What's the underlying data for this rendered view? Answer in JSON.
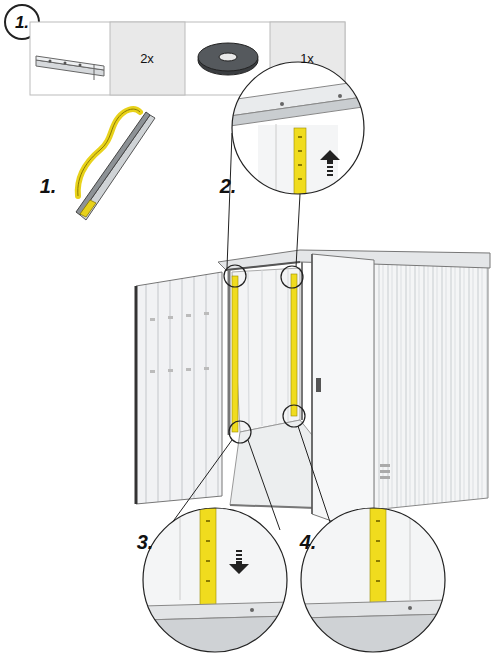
{
  "diagram": {
    "labels": [
      "1.",
      "2x",
      "1x",
      "1.",
      "2.",
      "3.",
      "4."
    ]
  }
}
